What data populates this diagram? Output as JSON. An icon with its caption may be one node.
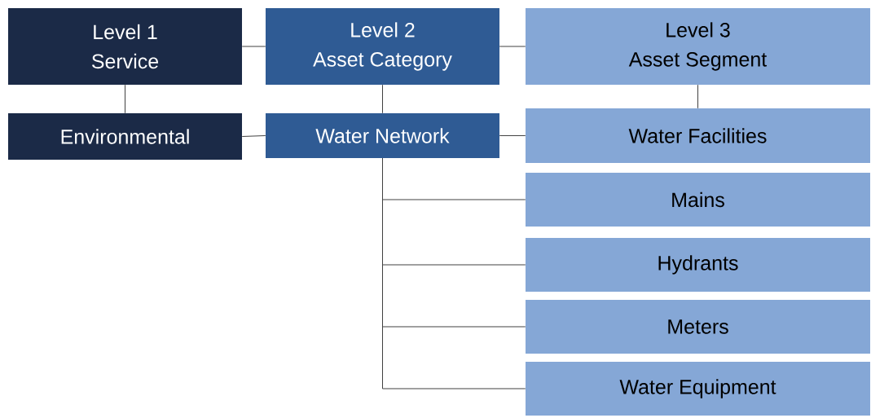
{
  "diagram": {
    "nodes": [
      {
        "text": [
          "Level 1",
          "Service"
        ]
      },
      {
        "text": [
          "Level 2",
          "Asset Category"
        ]
      },
      {
        "text": [
          "Level 3",
          "Asset Segment"
        ]
      },
      {
        "text": [
          "Environmental"
        ]
      },
      {
        "text": [
          "Water Network"
        ]
      },
      {
        "text": [
          "Water Facilities"
        ]
      },
      {
        "text": [
          "Mains"
        ]
      },
      {
        "text": [
          "Hydrants"
        ]
      },
      {
        "text": [
          "Meters"
        ]
      },
      {
        "text": [
          "Water Equipment"
        ]
      }
    ],
    "edges": [
      {
        "from": 0,
        "to": 1,
        "arrow": "none"
      },
      {
        "from": 1,
        "to": 2,
        "arrow": "none"
      },
      {
        "from": 0,
        "to": 3,
        "arrow": "none"
      },
      {
        "from": 1,
        "to": 4,
        "arrow": "none"
      },
      {
        "from": 2,
        "to": 5,
        "arrow": "none"
      },
      {
        "from": 3,
        "to": 4,
        "arrow": "none"
      },
      {
        "from": 4,
        "to": 5,
        "arrow": "none"
      },
      {
        "from": 4,
        "to": 6,
        "arrow": "none"
      },
      {
        "from": 4,
        "to": 7,
        "arrow": "none"
      },
      {
        "from": 4,
        "to": 8,
        "arrow": "none"
      },
      {
        "from": 4,
        "to": 9,
        "arrow": "none"
      }
    ]
  }
}
